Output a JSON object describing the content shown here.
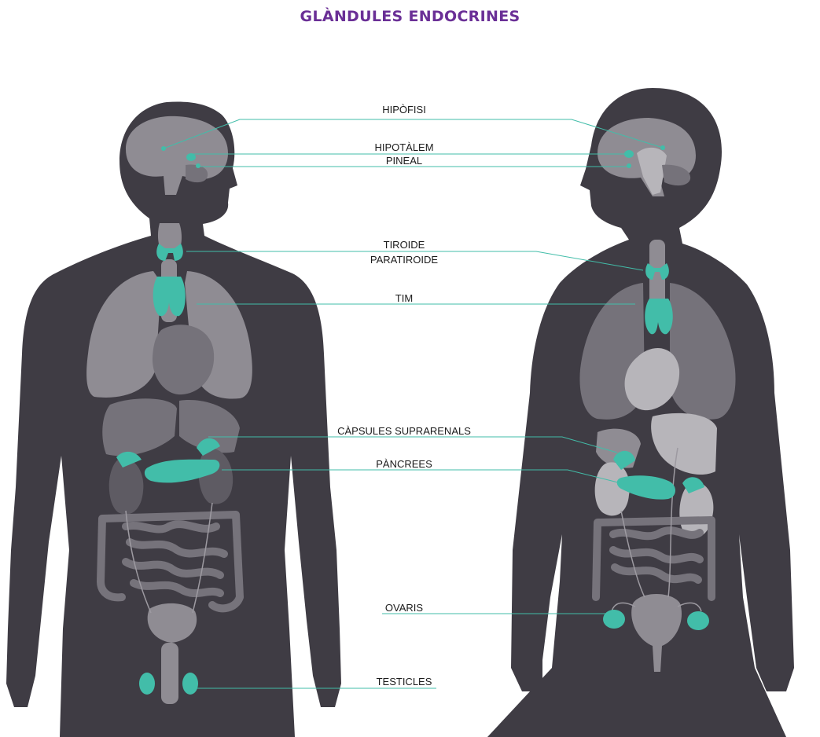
{
  "title": "GLÀNDULES ENDOCRINES",
  "colors": {
    "title": "#6a2f96",
    "gland": "#42bda9",
    "silhouette": "#3f3c44",
    "organ": "#8f8c93",
    "leader_line": "#42bda9"
  },
  "figures": {
    "left": "male-body-silhouette",
    "right": "female-body-silhouette"
  },
  "labels": {
    "hipofisi": "HIPÒFISI",
    "hipotalem": "HIPOTÀLEM",
    "pineal": "PINEAL",
    "tiroide": "TIROIDE",
    "paratiroide": "PARATIROIDE",
    "tim": "TIM",
    "capsules": "CÀPSULES SUPRARENALS",
    "pancrees": "PÀNCREES",
    "ovaris": "OVARIS",
    "testicles": "TESTICLES"
  }
}
